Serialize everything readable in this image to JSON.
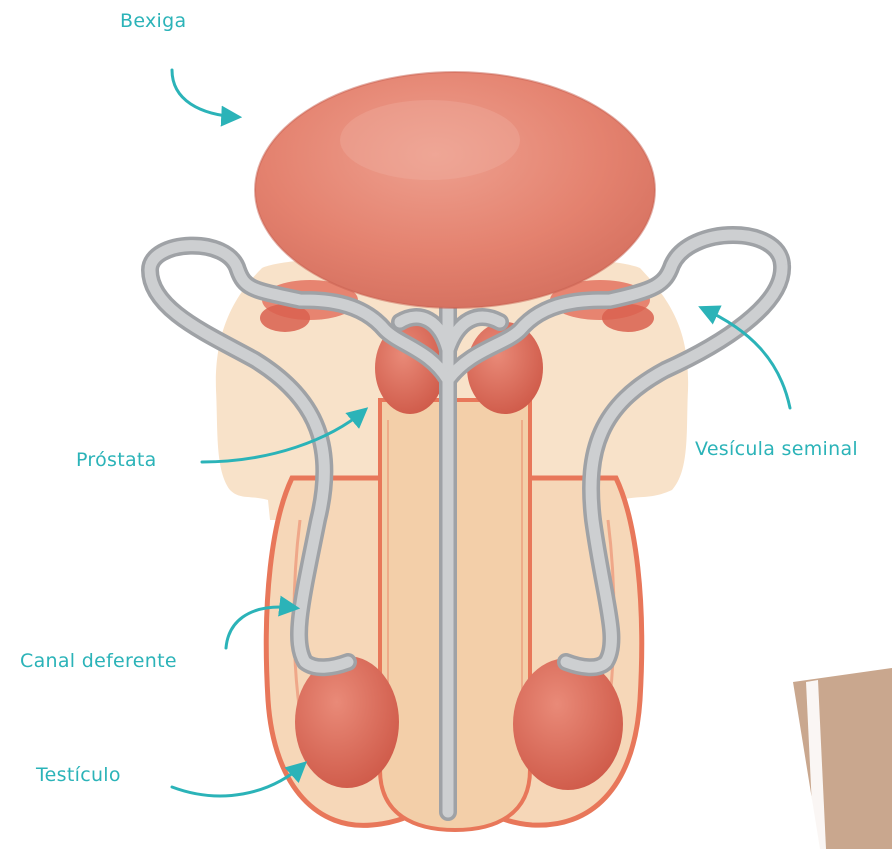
{
  "labels": {
    "bladder": "Bexiga",
    "seminal_vesicle": "Vesícula seminal",
    "prostate": "Próstata",
    "vas_deferens": "Canal deferente",
    "testicle": "Testículo"
  },
  "colors": {
    "label_teal": "#2bb3b8",
    "bladder": "#e0806d",
    "skin_light": "#f7dcc0",
    "skin_mid": "#f2c6a0",
    "outline_orange": "#e8775a",
    "organ_red": "#d9604f",
    "duct_gray": "#cdcfd1",
    "duct_edge": "#9fa2a6",
    "side_shape": "#c9a78e"
  }
}
